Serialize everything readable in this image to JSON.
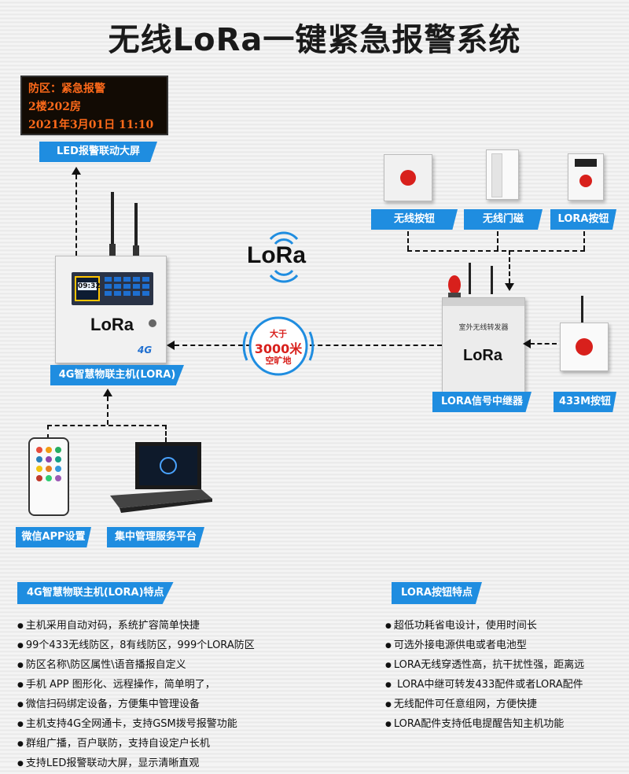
{
  "title": "无线LoRa一键紧急报警系统",
  "led_screen": {
    "line1": "防区：紧急报警",
    "line2": "2楼202房",
    "line3": "2021年3月01日  11:10"
  },
  "labels": {
    "led_display": "LED报警联动大屏",
    "host": "4G智慧物联主机(LORA)",
    "wireless_button": "无线按钮",
    "door_sensor": "无线门磁",
    "lora_button": "LORA按钮",
    "repeater": "LORA信号中继器",
    "button_433": "433M按钮",
    "wechat_app": "微信APP设置",
    "management_platform": "集中管理服务平台"
  },
  "logo_text": "LoRa",
  "host_logo": "LoRa",
  "host_4g": "4G",
  "host_screen": "09:32",
  "repeater_text": "室外无线转发器",
  "repeater_logo": "LoRa",
  "distance_badge": {
    "line1": "大于",
    "line2": "3000米",
    "line3": "空旷地"
  },
  "section_host": {
    "heading": "4G智慧物联主机(LORA)特点",
    "items": [
      "主机采用自动对码，系统扩容简单快捷",
      "99个433无线防区，8有线防区，999个LORA防区",
      "防区名称\\防区属性\\语音播报自定义",
      "手机 APP 图形化、远程操作，简单明了，",
      "微信扫码绑定设备，方便集中管理设备",
      "主机支持4G全网通卡，支持GSM拨号报警功能",
      "群组广播，百户联防，支持自设定户长机",
      "支持LED报警联动大屏，显示清晰直观"
    ]
  },
  "section_button": {
    "heading": "LORA按钮特点",
    "items": [
      "超低功耗省电设计，使用时间长",
      "可选外接电源供电或者电池型",
      "LORA无线穿透性高，抗干扰性强，距离远",
      " LORA中继可转发433配件或者LORA配件",
      "无线配件可任意组网，方便快捷",
      "LORA配件支持低电提醒告知主机功能"
    ]
  },
  "colors": {
    "accent_blue": "#1f8de0",
    "led_text": "#ff6a1a",
    "alarm_red": "#d8201c"
  }
}
